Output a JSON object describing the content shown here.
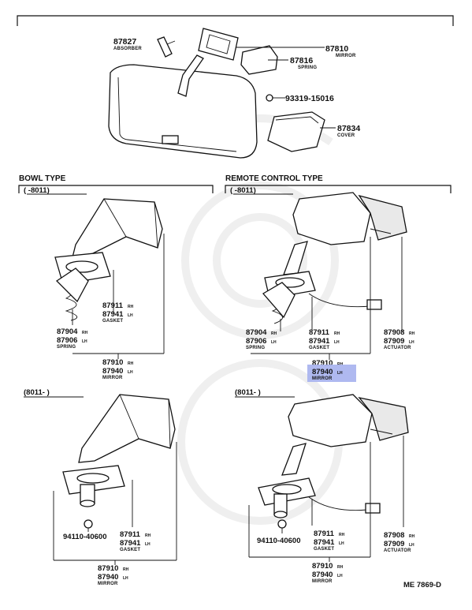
{
  "colors": {
    "line": "#111111",
    "highlight": "#a6b1ee",
    "background": "#ffffff"
  },
  "top": {
    "absorber": {
      "number": "87827",
      "caption": "ABSORBER"
    },
    "mirror": {
      "number": "87810",
      "caption": "MIRROR"
    },
    "spring": {
      "number": "87816",
      "caption": "SPRING"
    },
    "bolt": {
      "number": "93319-15016"
    },
    "cover": {
      "number": "87834",
      "caption": "COVER"
    }
  },
  "sections": {
    "bowl_type": "BOWL TYPE",
    "remote_control_type": "REMOTE CONTROL TYPE",
    "range_upto": "(       -8011)",
    "range_from": "(8011-        )"
  },
  "suffix": {
    "rh": "RH",
    "lh": "LH"
  },
  "bowl_early": {
    "gasket_rh": "87911",
    "gasket_lh": "87941",
    "gasket_caption": "GASKET",
    "spring_rh": "87904",
    "spring_lh": "87906",
    "spring_caption": "SPRING",
    "mirror_rh": "87910",
    "mirror_lh": "87940",
    "mirror_caption": "MIRROR"
  },
  "remote_early": {
    "spring_rh": "87904",
    "spring_lh": "87906",
    "spring_caption": "SPRING",
    "gasket_rh": "87911",
    "gasket_lh": "87941",
    "gasket_caption": "GASKET",
    "actuator_rh": "87908",
    "actuator_lh": "87909",
    "actuator_caption": "ACTUATOR",
    "mirror_rh": "87910",
    "mirror_lh": "87940",
    "mirror_caption": "MIRROR"
  },
  "bowl_late": {
    "nut": "94110-40600",
    "gasket_rh": "87911",
    "gasket_lh": "87941",
    "gasket_caption": "GASKET",
    "mirror_rh": "87910",
    "mirror_lh": "87940",
    "mirror_caption": "MIRROR"
  },
  "remote_late": {
    "nut": "94110-40600",
    "gasket_rh": "87911",
    "gasket_lh": "87941",
    "gasket_caption": "GASKET",
    "actuator_rh": "87908",
    "actuator_lh": "87909",
    "actuator_caption": "ACTUATOR",
    "mirror_rh": "87910",
    "mirror_lh": "87940",
    "mirror_caption": "MIRROR"
  },
  "footer_code": "ME 7869-D",
  "highlighted_part": "87940"
}
